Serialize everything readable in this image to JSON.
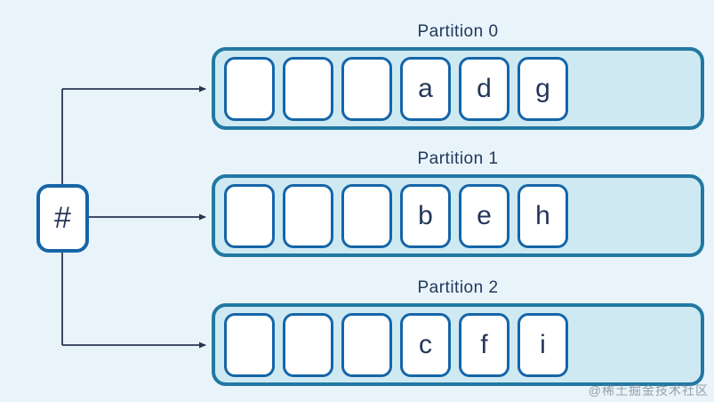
{
  "diagram": {
    "source_node": {
      "label": "#"
    },
    "partitions": [
      {
        "label": "Partition 0",
        "cells": [
          "",
          "",
          "",
          "a",
          "d",
          "g"
        ]
      },
      {
        "label": "Partition 1",
        "cells": [
          "",
          "",
          "",
          "b",
          "e",
          "h"
        ]
      },
      {
        "label": "Partition 2",
        "cells": [
          "",
          "",
          "",
          "c",
          "f",
          "i"
        ]
      }
    ],
    "watermark": "@稀土掘金技术社区",
    "colors": {
      "background": "#e9f4fa",
      "partition_fill": "#cfe9f3",
      "partition_border": "#2278a2",
      "cell_fill": "#ffffff",
      "cell_border": "#1565a8",
      "text": "#22375c",
      "arrow": "#2a3550",
      "watermark": "#7d8694"
    }
  }
}
